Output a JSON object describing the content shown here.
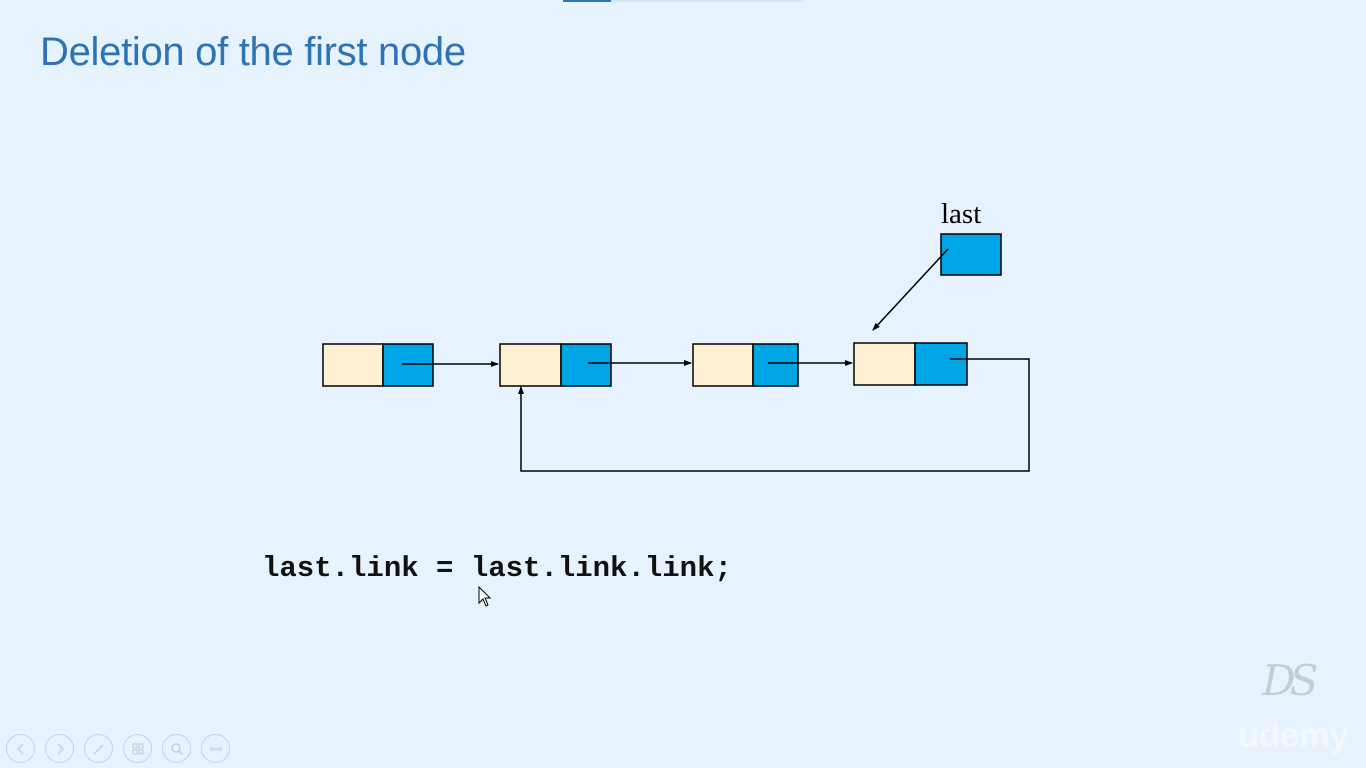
{
  "slide": {
    "title": "Deletion of the first node"
  },
  "diagram": {
    "pointer_label": "last",
    "node_count": 4,
    "colors": {
      "data_field": "#fdefd2",
      "link_field": "#00a5e6",
      "line": "#000000"
    }
  },
  "code": {
    "line": "last.link = last.link.link;"
  },
  "watermark": {
    "logo_text": "DS",
    "brand": "udemy"
  },
  "controls": [
    {
      "name": "previous-slide-button",
      "icon": "arrow-left-icon"
    },
    {
      "name": "next-slide-button",
      "icon": "arrow-right-icon"
    },
    {
      "name": "pen-tool-button",
      "icon": "pen-icon"
    },
    {
      "name": "see-all-slides-button",
      "icon": "slides-grid-icon"
    },
    {
      "name": "zoom-button",
      "icon": "magnifier-icon"
    },
    {
      "name": "more-options-button",
      "icon": "ellipsis-icon"
    }
  ]
}
